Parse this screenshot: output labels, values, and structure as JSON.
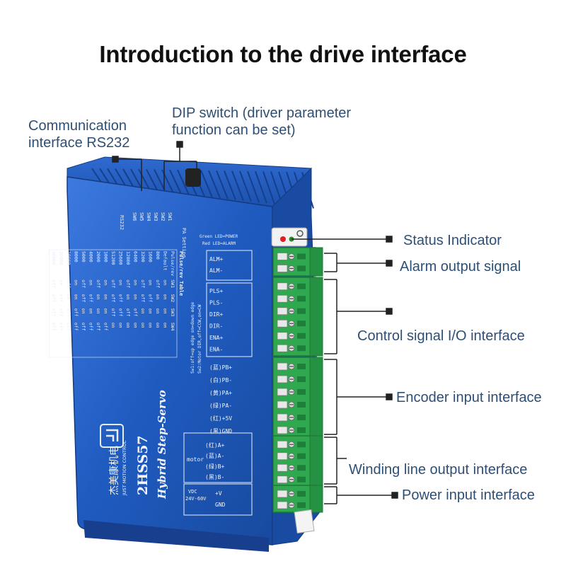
{
  "title": "Introduction to the drive interface",
  "callouts": {
    "rs232": "Communication\ninterface RS232",
    "dip": "DIP switch (driver parameter\nfunction can be set)",
    "status": "Status Indicator",
    "alarm": "Alarm output signal",
    "control": "Control signal I/O interface",
    "encoder": "Encoder input interface",
    "winding": "Winding line output interface",
    "power": "Power input interface"
  },
  "device": {
    "model": "2HSS57",
    "series": "Hybrid Step-Servo",
    "brand_cn": "杰美康机电",
    "brand_en": "JUST MOTION CONTROL",
    "port_label": "RS232",
    "dip_labels": [
      "SW6",
      "SW5",
      "SW4",
      "SW3",
      "SW2",
      "SW1"
    ],
    "pa_setting": "PA Setting",
    "led_green": "Green LED=POWER",
    "led_red": "Red LED=ALARM",
    "table_title": "Pulse/rev Table",
    "table_header": [
      "Pulse/rev",
      "SW1",
      "SW2",
      "SW3",
      "SW4"
    ],
    "table_rows": [
      [
        "Default",
        "on",
        "on",
        "on",
        "on"
      ],
      [
        "800",
        "off",
        "on",
        "on",
        "on"
      ],
      [
        "1600",
        "on",
        "off",
        "on",
        "on"
      ],
      [
        "3200",
        "off",
        "off",
        "on",
        "on"
      ],
      [
        "6400",
        "on",
        "on",
        "off",
        "on"
      ],
      [
        "12800",
        "off",
        "on",
        "off",
        "on"
      ],
      [
        "25600",
        "on",
        "off",
        "off",
        "on"
      ],
      [
        "51200",
        "off",
        "off",
        "off",
        "on"
      ],
      [
        "1000",
        "on",
        "on",
        "on",
        "off"
      ],
      [
        "2000",
        "off",
        "on",
        "on",
        "off"
      ],
      [
        "4000",
        "on",
        "off",
        "on",
        "off"
      ],
      [
        "5000",
        "off",
        "off",
        "on",
        "off"
      ],
      [
        "8000",
        "on",
        "on",
        "off",
        "off"
      ],
      [
        "10000",
        "off",
        "on",
        "off",
        "off"
      ],
      [
        "20000",
        "on",
        "off",
        "off",
        "off"
      ],
      [
        "40000",
        "off",
        "off",
        "off",
        "off"
      ]
    ],
    "sw_note1": "Sw1:off=up edge  on=down edge",
    "sw_note2": "Sw2:Motor DIR,off=CCW,on=CW",
    "alarm_pins": [
      "ALM+",
      "ALM-"
    ],
    "control_pins": [
      "PLS+",
      "PLS-",
      "DIR+",
      "DIR-",
      "ENA+",
      "ENA-"
    ],
    "encoder_pins": [
      "(蓝)PB+",
      "(白)PB-",
      "(黄)PA+",
      "(绿)PA-",
      "(红)+5V",
      "(黑)GND"
    ],
    "motor_label": "motor",
    "motor_pins": [
      "(红)A+",
      "(蓝)A-",
      "(绿)B+",
      "(黑)B-"
    ],
    "vdc_label": "VDC",
    "vdc_range": "24V-60V",
    "power_pins": [
      "+V",
      "GND"
    ]
  },
  "colors": {
    "case_blue": "#1f5bbf",
    "case_dark": "#163f8f",
    "terminal_green": "#2fa84f",
    "callout_text": "#2e4f75",
    "leader": "#222222"
  }
}
